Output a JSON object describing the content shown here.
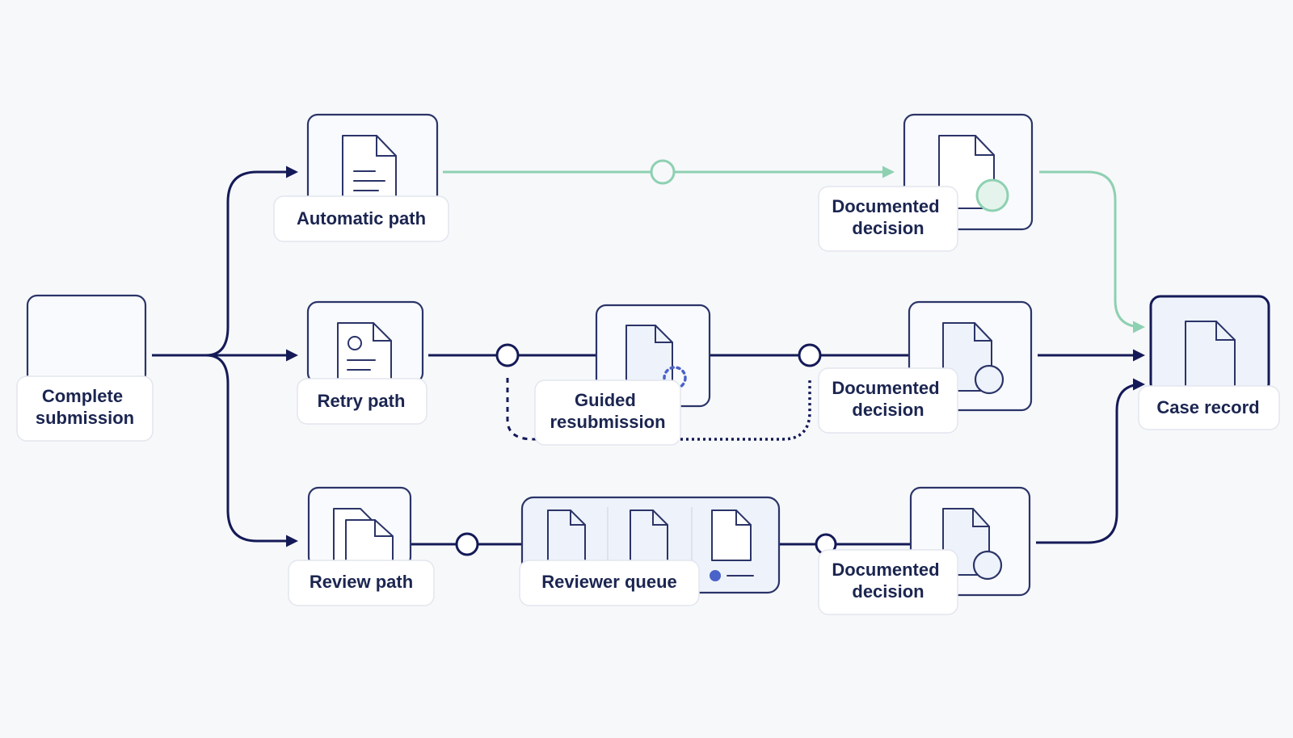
{
  "nodes": {
    "start": "Complete submission",
    "automatic": "Automatic path",
    "retry": "Retry path",
    "review": "Review path",
    "guided": "Guided resubmission",
    "queue": "Reviewer queue",
    "decision_auto": "Documented decision",
    "decision_retry": "Documented decision",
    "decision_review": "Documented decision",
    "case": "Case record"
  },
  "colors": {
    "primary": "#141a57",
    "success": "#8ed0b2",
    "accent": "#4a63c8",
    "card_stroke": "#2b3468"
  }
}
